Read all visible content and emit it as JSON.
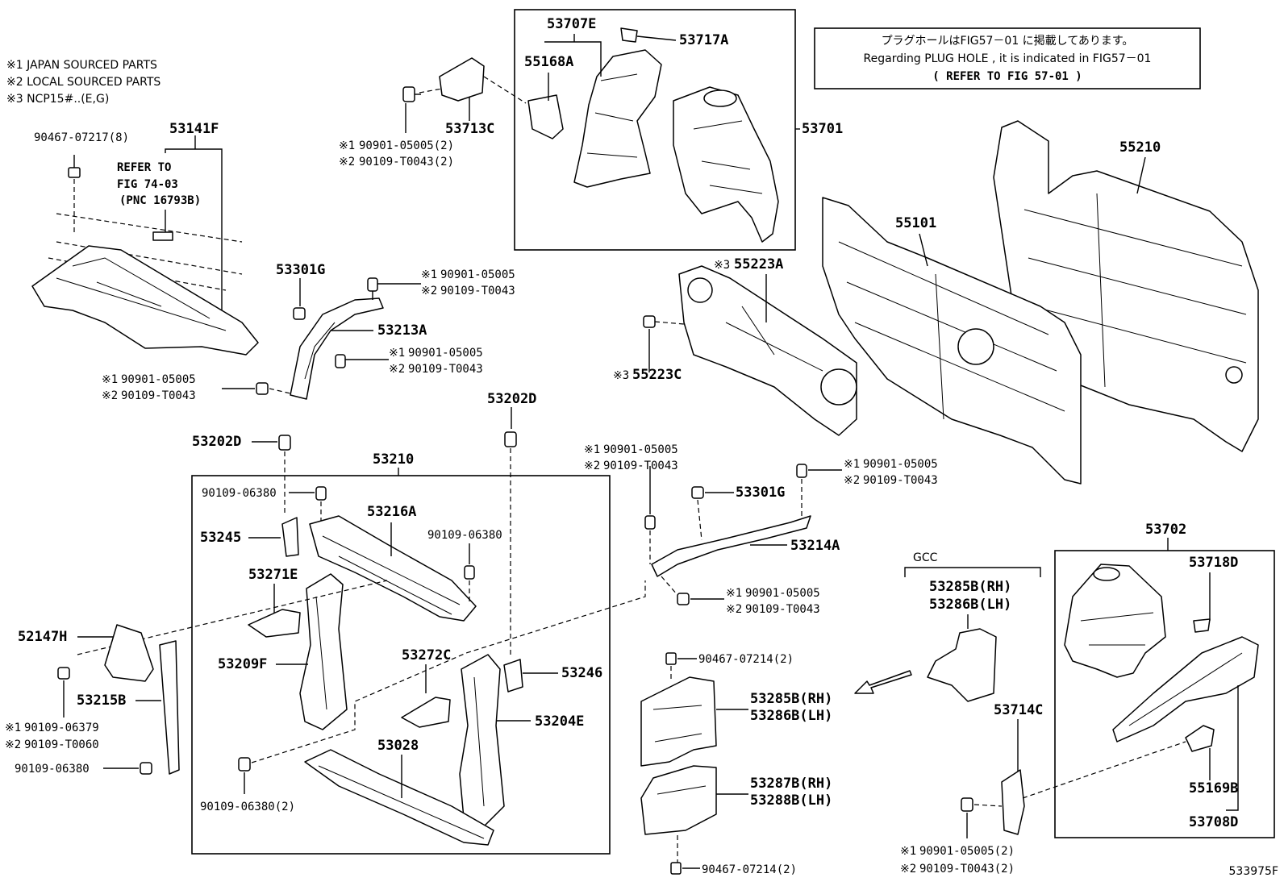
{
  "notes": {
    "n1": "※1 JAPAN SOURCED PARTS",
    "n2": "※2 LOCAL SOURCED PARTS",
    "n3": "※3 NCP15#..(E,G)"
  },
  "info_box": {
    "line1": "プラグホールはFIG57－01 に掲載してあります。",
    "line2": "Regarding PLUG HOLE , it is indicated in FIG57－01",
    "line3": "( REFER TO FIG 57-01 )"
  },
  "refer": {
    "line1": "REFER TO",
    "line2": "FIG 74-03",
    "line3": "(PNC 16793B)"
  },
  "group_labels": {
    "gcc": "GCC"
  },
  "figure_id": "533975F",
  "arrow_icon": "arrow-left-icon",
  "parts": {
    "p53707E": "53707E",
    "p53717A": "53717A",
    "p55168A": "55168A",
    "p53713C": "53713C",
    "p53701": "53701",
    "p53141F": "53141F",
    "p90467_07217": "90467-07217(8)",
    "p53301G_a": "53301G",
    "p53213A": "53213A",
    "p55210": "55210",
    "p55101": "55101",
    "p55223A": "55223A",
    "p55223C": "55223C",
    "p53202D_a": "53202D",
    "p53202D_b": "53202D",
    "p53210": "53210",
    "p90109_06380_a": "90109-06380",
    "p53216A": "53216A",
    "p53245": "53245",
    "p90109_06380_b": "90109-06380",
    "p53271E": "53271E",
    "p52147H": "52147H",
    "p53209F": "53209F",
    "p53272C": "53272C",
    "p53246": "53246",
    "p53204E": "53204E",
    "p53215B": "53215B",
    "p90109_06379": "90109-06379",
    "p90109_T0060": "90109-T0060",
    "p90109_06380_c": "90109-06380",
    "p53028": "53028",
    "p90109_06380_d": "90109-06380(2)",
    "p53301G_b": "53301G",
    "p53214A": "53214A",
    "p53702": "53702",
    "p53718D": "53718D",
    "p53285B_a": "53285B(RH)",
    "p53286B_a": "53286B(LH)",
    "p90467_07214_a": "90467-07214(2)",
    "p53285B_b": "53285B(RH)",
    "p53286B_b": "53286B(LH)",
    "p53287B": "53287B(RH)",
    "p53288B": "53288B(LH)",
    "p90467_07214_b": "90467-07214(2)",
    "p53714C": "53714C",
    "p55169B": "55169B",
    "p53708D": "53708D"
  },
  "callouts": {
    "c1a": "90901-05005(2)",
    "c1b": "90109-T0043(2)",
    "c2a": "90901-05005",
    "c2b": "90109-T0043",
    "c3a": "90901-05005",
    "c3b": "90109-T0043",
    "c4a": "90901-05005",
    "c4b": "90109-T0043",
    "c5a": "90901-05005",
    "c5b": "90109-T0043",
    "c6a": "90901-05005",
    "c6b": "90109-T0043",
    "c7a": "90901-05005",
    "c7b": "90109-T0043",
    "c8a": "90901-05005(2)",
    "c8b": "90109-T0043(2)"
  }
}
